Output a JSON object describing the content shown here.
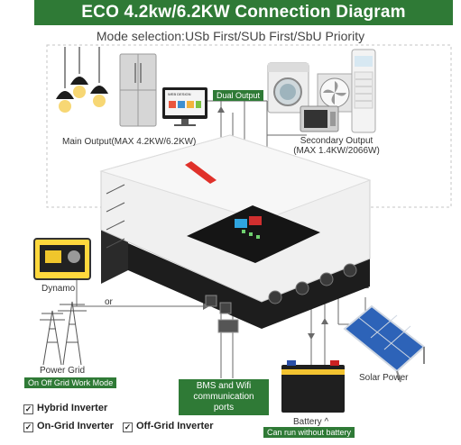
{
  "title": "ECO 4.2kw/6.2KW Connection Diagram",
  "subtitle": "Mode selection:USb First/SUb First/SbU Priority",
  "labels": {
    "dual_output": "Dual Output",
    "main_output": "Main Output(MAX 4.2KW/6.2KW)",
    "secondary_output_line1": "Secondary Output",
    "secondary_output_line2": "(MAX 1.4KW/2066W)",
    "web_design": "WEB DESIGN",
    "dynamo": "Dynamo",
    "or": "or",
    "power_grid": "Power Grid",
    "on_off_grid": "On Off Grid Work Mode",
    "bms_line1": "BMS and Wifi",
    "bms_line2": "communication ports",
    "solar_power": "Solar Power",
    "battery": "Battery ^",
    "can_run": "Can run without battery"
  },
  "checklist": [
    {
      "label": "Hybrid Inverter",
      "mark": "✓"
    },
    {
      "label": "On-Grid Inverter",
      "mark": "✓"
    },
    {
      "label": "Off-Grid Inverter",
      "mark": "✓"
    }
  ],
  "colors": {
    "brand_green": "#2f7a36",
    "inverter_white": "#f2f2f2",
    "inverter_black": "#1f1f1f",
    "accent_red": "#e0312a",
    "solar_blue": "#2d63b8",
    "line_gray": "#666666"
  }
}
